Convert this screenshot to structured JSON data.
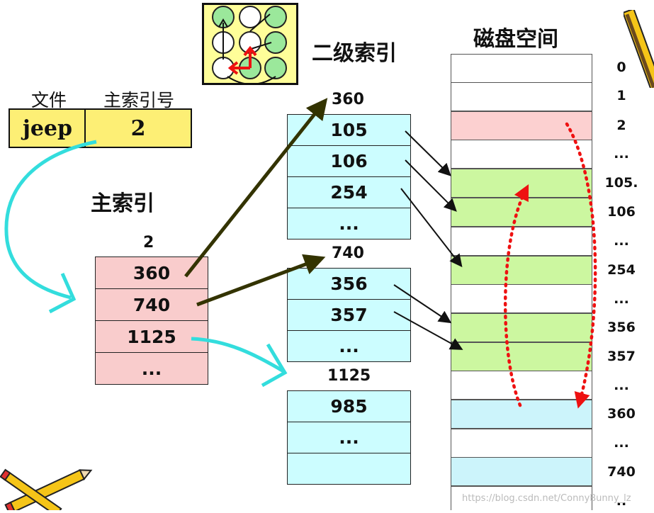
{
  "titles": {
    "secondary_index": "二级索引",
    "disk_space": "磁盘空间",
    "main_index": "主索引"
  },
  "file_table": {
    "headers": [
      "文件",
      "主索引号"
    ],
    "row": [
      "jeep",
      "2"
    ]
  },
  "main_index_block": {
    "label": "2",
    "entries": [
      "360",
      "740",
      "1125",
      "..."
    ]
  },
  "secondary_blocks": [
    {
      "label": "360",
      "entries": [
        "105",
        "106",
        "254",
        "..."
      ]
    },
    {
      "label": "740",
      "entries": [
        "356",
        "357",
        "..."
      ]
    },
    {
      "label": "1125",
      "entries": [
        "985",
        "...",
        ""
      ]
    }
  ],
  "disk_labels": [
    "0",
    "1",
    "2",
    "...",
    "105.",
    "106",
    "...",
    "254",
    "...",
    "356",
    "357",
    "...",
    "360",
    "...",
    "740",
    ".."
  ],
  "watermark": "https://blog.csdn.net/ConnyBunny_lz",
  "colors": {
    "pink": "#f9cccc",
    "cyan": "#ccfdff",
    "yellow": "#fdef75",
    "green": "#ccf7a0",
    "arrow_dark": "#333300",
    "arrow_cyan": "#33dddd",
    "dotted_red": "#ee1111"
  },
  "icons": [
    "grid-circles-icon",
    "pencils-icon"
  ]
}
